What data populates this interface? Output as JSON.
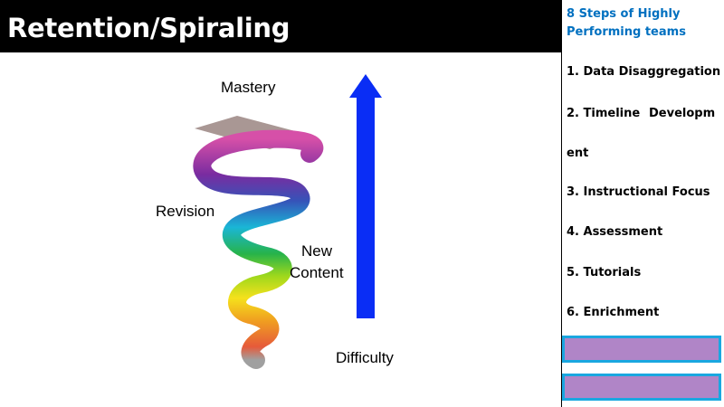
{
  "slide": {
    "title": "Retention/Spiraling"
  },
  "diagram": {
    "labels": {
      "mastery": "Mastery",
      "revision": "Revision",
      "new_content_line1": "New",
      "new_content_line2": "Content",
      "difficulty": "Difficulty"
    },
    "colors": {
      "arrow": "#0a2df5",
      "spiral": [
        "#e65a3a",
        "#f0a020",
        "#f5e11c",
        "#9ed81c",
        "#27b34a",
        "#1ab6d6",
        "#3653b8",
        "#7a2ca0",
        "#d650a8"
      ],
      "ribbon": "#a08c88"
    }
  },
  "sidebar": {
    "heading": "8 Steps of Highly Performing teams",
    "steps": [
      "1. Data Disaggregation",
      "2. Timeline",
      "Developm",
      "ent",
      "3. Instructional Focus",
      "4. Assessment",
      "5. Tutorials",
      "6. Enrichment"
    ],
    "placeholder_color": "#b085c7",
    "placeholder_border": "#1aa7e0"
  }
}
